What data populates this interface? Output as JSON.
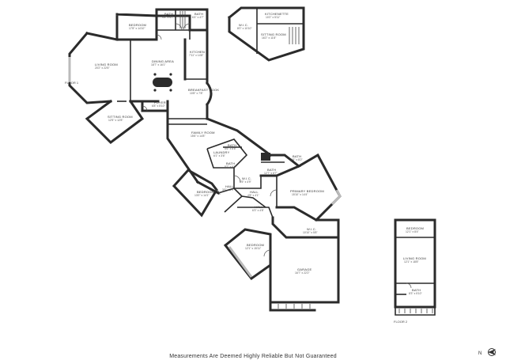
{
  "diagram": {
    "type": "floor-plan",
    "floors": [
      {
        "label": "FLOOR 1",
        "rooms": [
          {
            "name": "BEDROOM",
            "dims": "17'8\" x 14'10\""
          },
          {
            "name": "BATH",
            "dims": "9'8\" x 4'7\""
          },
          {
            "name": "BATH",
            "dims": "6'4\" x 4'7\""
          },
          {
            "name": "LIVING ROOM",
            "dims": "20'2\" x 22'6\""
          },
          {
            "name": "DINING AREA",
            "dims": "18'7\" x 16'1\""
          },
          {
            "name": "KITCHEN",
            "dims": "7'11\" x 14'8\""
          },
          {
            "name": "BREAKFAST NOOK",
            "dims": "10'8\" x 7'8\""
          },
          {
            "name": "FOYER",
            "dims": "6'8\" x 5'10\""
          },
          {
            "name": "SITTING ROOM",
            "dims": "12'5\" x 12'8\""
          },
          {
            "name": "FAMILY ROOM",
            "dims": "15'6\" x 14'8\""
          },
          {
            "name": "BATH",
            "dims": "5'6\" x 6'6\""
          },
          {
            "name": "LAUNDRY",
            "dims": "6'1\" x 3'6\""
          },
          {
            "name": "BATH",
            "dims": "8'7\" x 6'6\""
          },
          {
            "name": "BATH",
            "dims": "12'6\" x 8'2\""
          },
          {
            "name": "BATH",
            "dims": "12'7\" x 6'7\""
          },
          {
            "name": "W.I.C.",
            "dims": "8'5\" x 4'9\""
          },
          {
            "name": "BEDROOM",
            "dims": "13'0\" x 14'1\""
          },
          {
            "name": "HALL",
            "dims": "3'6\" x 3'9\""
          },
          {
            "name": "HALL",
            "dims": "4'8\" x 4'1\""
          },
          {
            "name": "PRIMARY BEDROOM",
            "dims": "15'10\" x 14'4\""
          },
          {
            "name": "HALL",
            "dims": "6'3\" x 4'8\""
          },
          {
            "name": "W.I.C.",
            "dims": "10'10\" x 5'8\""
          },
          {
            "name": "BEDROOM",
            "dims": "12'1\" x 15'11\""
          },
          {
            "name": "GARAGE",
            "dims": "16'7\" x 22'2\""
          }
        ]
      },
      {
        "label": "",
        "rooms": [
          {
            "name": "KITCHENETTE",
            "dims": "10'2\" x 5'11\""
          },
          {
            "name": "W.I.C.",
            "dims": "8'0\" x 10'10\""
          },
          {
            "name": "SITTING ROOM",
            "dims": "16'2\" x 11'8\""
          }
        ]
      },
      {
        "label": "FLOOR 2",
        "rooms": [
          {
            "name": "BEDROOM",
            "dims": "12'1\" x 8'4\""
          },
          {
            "name": "LIVING ROOM",
            "dims": "12'1\" x 18'8\""
          },
          {
            "name": "BATH",
            "dims": "8'3\" x 5'10\""
          }
        ]
      }
    ],
    "compass_icon": "north-arrow-icon",
    "footer": "Measurements Are Deemed Highly Reliable But Not Guaranteed"
  }
}
